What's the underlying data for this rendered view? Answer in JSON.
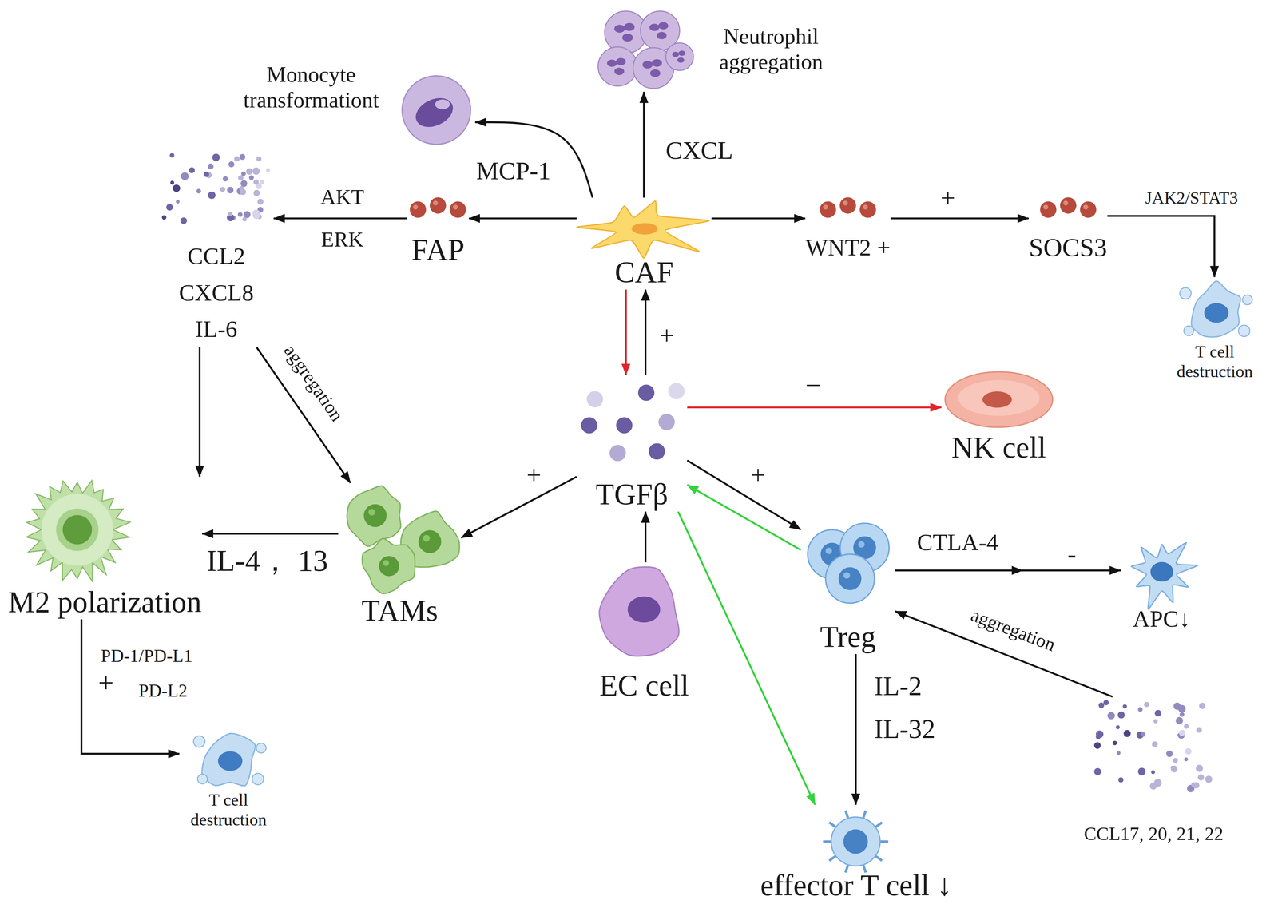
{
  "diagram": {
    "nodes": [
      {
        "text": [
          "Neutrophil aggregation"
        ]
      },
      {
        "text": [
          "Monocyte transformationt"
        ]
      },
      {
        "text": [
          "CCL2",
          "CXCL8",
          "IL-6"
        ]
      },
      {
        "text": [
          "FAP"
        ]
      },
      {
        "text": [
          "CAF"
        ]
      },
      {
        "text": [
          "WNT2 +"
        ]
      },
      {
        "text": [
          "SOCS3"
        ]
      },
      {
        "text": [
          "T cell destruction"
        ]
      },
      {
        "text": [
          "TGFβ"
        ]
      },
      {
        "text": [
          "NK cell"
        ]
      },
      {
        "text": [
          "M2 polarization"
        ]
      },
      {
        "text": [
          "TAMs"
        ]
      },
      {
        "text": [
          "Treg"
        ]
      },
      {
        "text": [
          "APC↓"
        ]
      },
      {
        "text": [
          "EC cell"
        ]
      },
      {
        "text": [
          "T cell destruction"
        ]
      },
      {
        "text": [
          "CCL17, 20, 21, 22"
        ]
      },
      {
        "text": [
          "effector T cell ↓"
        ]
      }
    ],
    "edges": [
      {
        "from": 4,
        "to": 1,
        "label": "MCP-1",
        "arrow": "to"
      },
      {
        "from": 4,
        "to": 0,
        "label": "CXCL",
        "arrow": "to"
      },
      {
        "from": 4,
        "to": 3,
        "arrow": "to"
      },
      {
        "from": 3,
        "to": 2,
        "label": "AKT ERK",
        "arrow": "to"
      },
      {
        "from": 4,
        "to": 5,
        "arrow": "to"
      },
      {
        "from": 5,
        "to": 6,
        "label": "+",
        "arrow": "to"
      },
      {
        "from": 6,
        "to": 7,
        "label": "JAK2/STAT3",
        "arrow": "to"
      },
      {
        "from": 4,
        "to": 8,
        "arrow": "to"
      },
      {
        "from": 8,
        "to": 4,
        "label": "+",
        "arrow": "to"
      },
      {
        "from": 8,
        "to": 9,
        "label": "–",
        "arrow": "to"
      },
      {
        "from": 2,
        "to": 10,
        "arrow": "to"
      },
      {
        "from": 2,
        "to": 11,
        "label": "aggregation",
        "arrow": "to"
      },
      {
        "from": 11,
        "to": 10,
        "label": "IL-4， 13",
        "arrow": "to"
      },
      {
        "from": 8,
        "to": 11,
        "label": "+",
        "arrow": "to"
      },
      {
        "from": 10,
        "to": 15,
        "label": "PD-1/PD-L1",
        "arrow": "to"
      },
      {
        "from": 14,
        "to": 8,
        "arrow": "to"
      },
      {
        "from": 8,
        "to": 12,
        "label": "+",
        "arrow": "to"
      },
      {
        "from": 12,
        "to": 8,
        "arrow": "to"
      },
      {
        "from": 8,
        "to": 17,
        "arrow": "to"
      },
      {
        "from": 12,
        "to": 17,
        "label": "IL-2 IL-32",
        "arrow": "to"
      },
      {
        "from": 12,
        "to": 13,
        "label": "CTLA-4",
        "arrow": "to"
      },
      {
        "from": 16,
        "to": 12,
        "label": "aggregation",
        "arrow": "to"
      }
    ],
    "labels": [
      "+",
      "PD-L2",
      "-"
    ]
  }
}
